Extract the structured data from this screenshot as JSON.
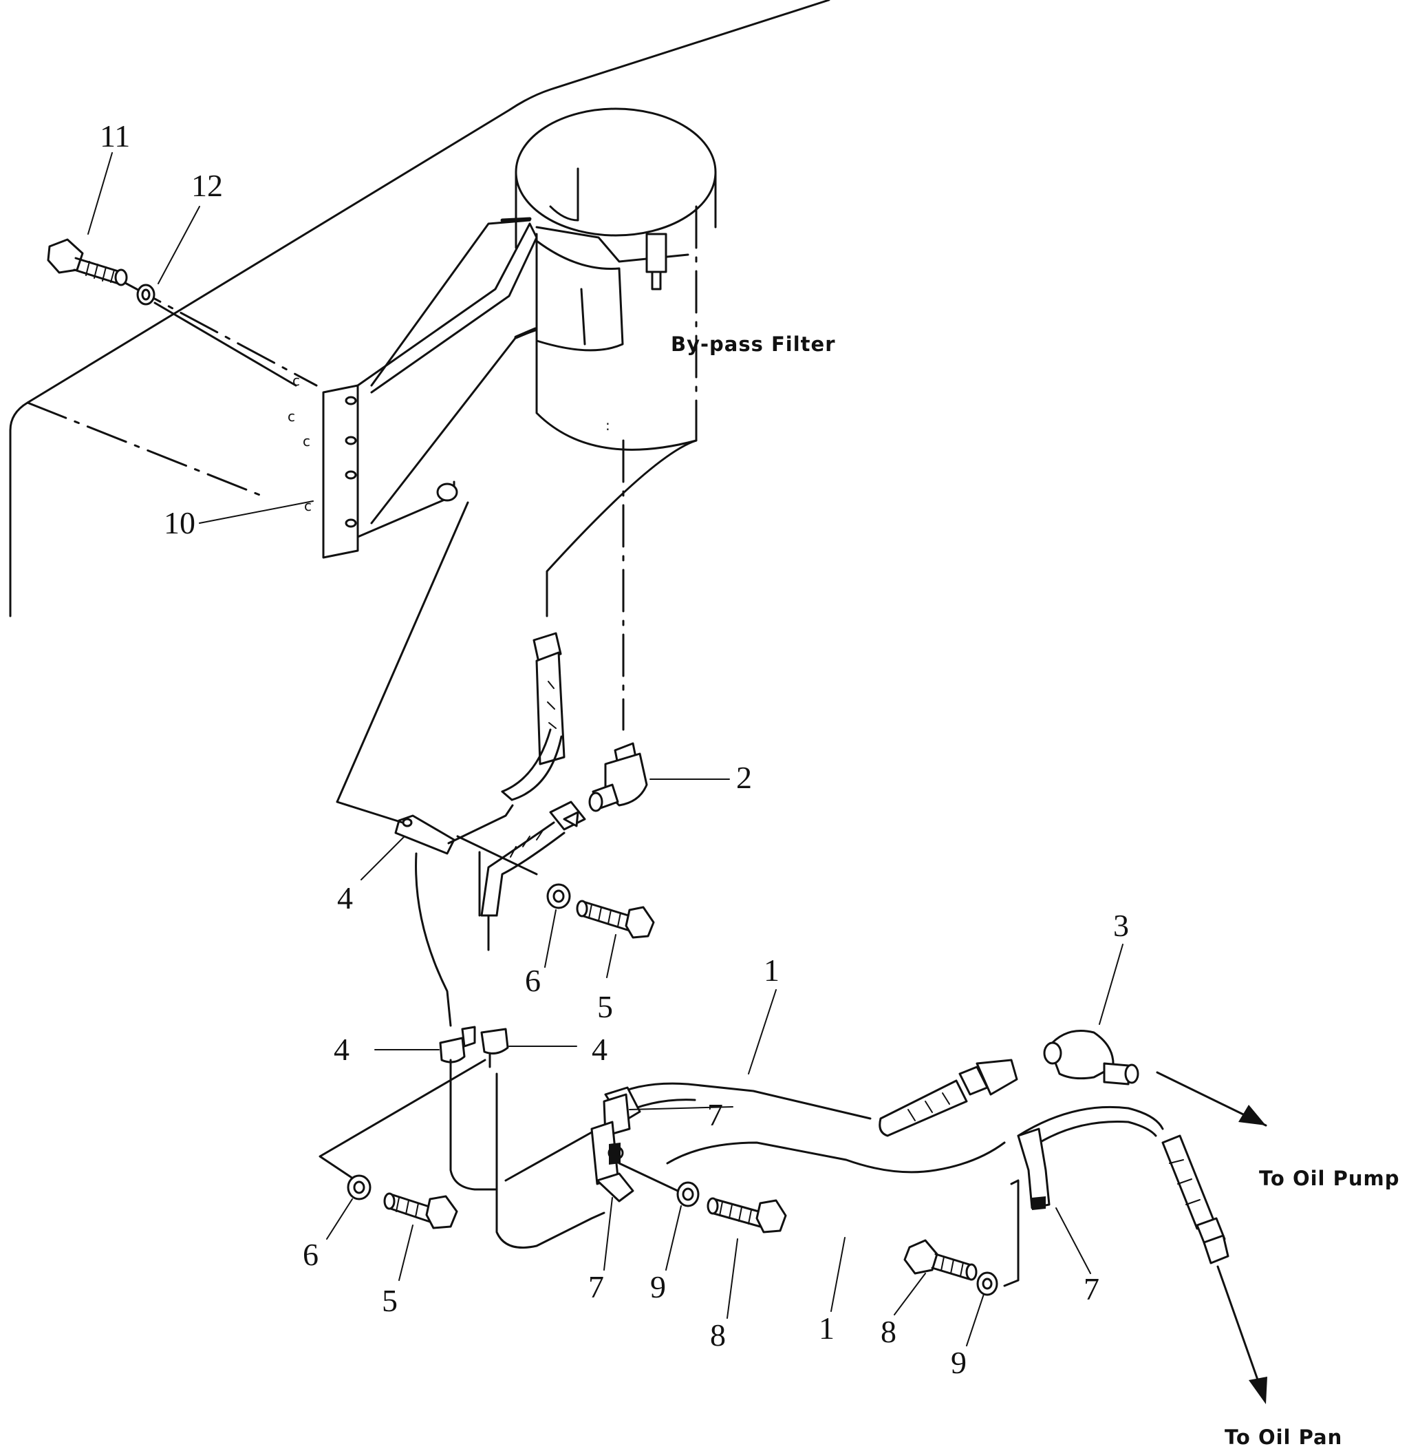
{
  "annotations": {
    "bypass_filter": "By-pass  Filter",
    "to_oil_pump": "To  Oil  Pump",
    "to_oil_pan": "To  Oil  Pan"
  },
  "callouts": {
    "c1a": "1",
    "c1b": "1",
    "c2": "2",
    "c3": "3",
    "c4a": "4",
    "c4b": "4",
    "c4c": "4",
    "c5a": "5",
    "c5b": "5",
    "c6a": "6",
    "c6b": "6",
    "c7a": "7",
    "c7b": "7",
    "c7c": "7",
    "c8a": "8",
    "c8b": "8",
    "c9a": "9",
    "c9b": "9",
    "c10": "10",
    "c11": "11",
    "c12": "12"
  }
}
